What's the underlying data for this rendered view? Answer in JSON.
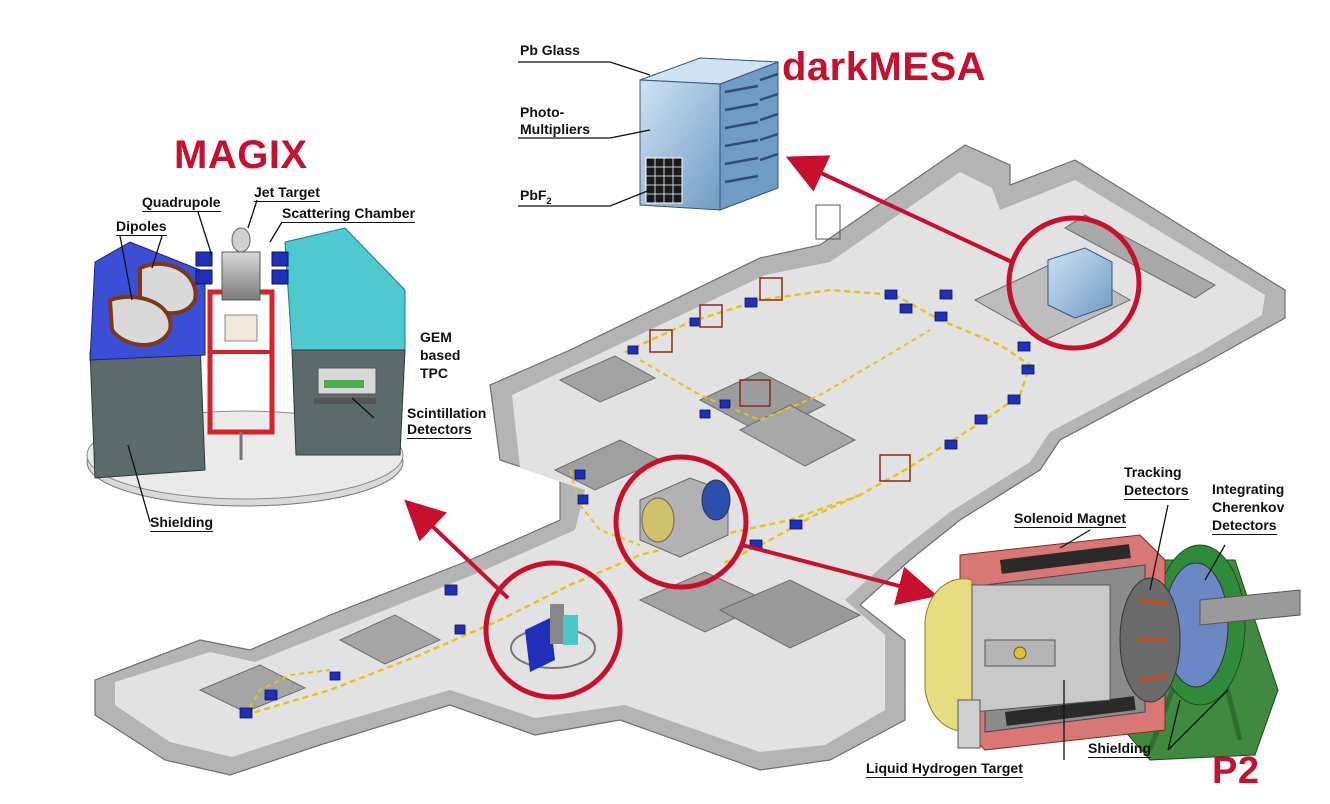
{
  "titles": {
    "magix": "MAGIX",
    "darkmesa": "darkMESA",
    "p2": "P2"
  },
  "magix_labels": {
    "quadrupole": "Quadrupole",
    "dipoles": "Dipoles",
    "jet_target": "Jet Target",
    "scattering_chamber": "Scattering Chamber",
    "gem_line1": "GEM",
    "gem_line2": "based",
    "gem_line3": "TPC",
    "scint_line1": "Scintillation",
    "scint_line2": "Detectors",
    "shielding": "Shielding"
  },
  "darkmesa_labels": {
    "pb_glass": "Pb Glass",
    "photo_line1": "Photo-",
    "photo_line2": "Multipliers",
    "pbf2_main": "PbF",
    "pbf2_sub": "2"
  },
  "p2_labels": {
    "tracking_line1": "Tracking",
    "tracking_line2": "Detectors",
    "integrating_line1": "Integrating",
    "integrating_line2": "Cherenkov",
    "integrating_line3": "Detectors",
    "solenoid": "Solenoid Magnet",
    "shielding": "Shielding",
    "lh2_target": "Liquid Hydrogen Target"
  },
  "colors": {
    "accent_red": "#c8102e",
    "floor": "#e2e2e2",
    "wall_top": "#b4b4b4",
    "wall_side": "#8a8a8a",
    "magnet_blue": "#1f2fb8",
    "beamline_yellow": "#e7c21a"
  }
}
